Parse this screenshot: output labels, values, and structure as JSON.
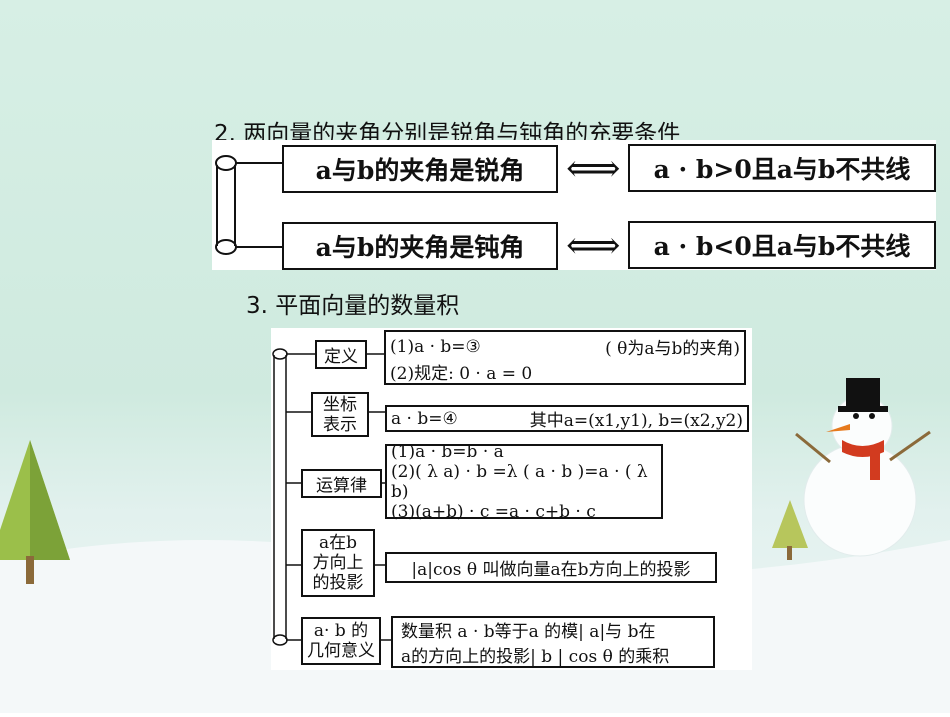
{
  "heading2": "2. 两向量的夹角分别是锐角与钝角的充要条件",
  "acute_left": "a与b的夹角是锐角",
  "acute_right": "a · b>0且a与b不共线",
  "obtuse_left": "a与b的夹角是钝角",
  "obtuse_right": "a · b<0且a与b不共线",
  "arrow": "⟺",
  "heading3": "3. 平面向量的数量积",
  "def_label": "定义",
  "def_line1": "(1)a · b=③",
  "def_note": "( θ为a与b的夹角)",
  "def_line2": "(2)规定: 0 · a = 0",
  "coord_label_1": "坐标",
  "coord_label_2": "表示",
  "coord_formula": "a · b=④",
  "coord_note": "其中a=(x1,y1), b=(x2,y2)",
  "law_label": "运算律",
  "law1": "(1)a · b=b · a",
  "law2": "(2)( λ a) · b =λ ( a · b )=a · ( λ b)",
  "law3": "(3)(a+b) · c =a · c+b · c",
  "proj_label_1": "a在b",
  "proj_label_2": "方向上",
  "proj_label_3": "的投影",
  "proj_text": "|a|cos θ 叫做向量a在b方向上的投影",
  "geo_label_1": "a· b 的",
  "geo_label_2": "几何意义",
  "geo_text_1": "数量积 a · b等于a 的模| a|与 b在",
  "geo_text_2": "a的方向上的投影| b | cos θ 的乘积"
}
